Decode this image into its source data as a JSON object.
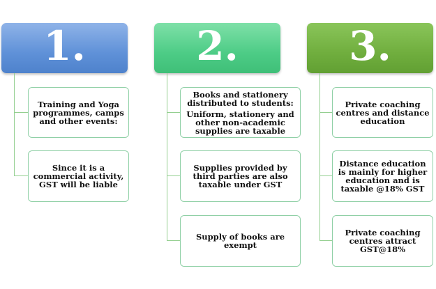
{
  "columns": [
    {
      "number": "1.",
      "color": "#5f91d8",
      "items": [
        {
          "paragraphs": [
            "Training and Yoga programmes, camps and other events:"
          ]
        },
        {
          "paragraphs": [
            "Since it is a commercial activity, GST will be liable"
          ]
        }
      ]
    },
    {
      "number": "2.",
      "color": "#4dcc86",
      "items": [
        {
          "paragraphs": [
            "Books and stationery distributed to students:",
            "Uniform, stationery and other non-academic supplies are taxable"
          ]
        },
        {
          "paragraphs": [
            "Supplies provided by third parties are also taxable under GST"
          ]
        },
        {
          "paragraphs": [
            "Supply of books are exempt"
          ]
        }
      ]
    },
    {
      "number": "3.",
      "color": "#70ae3e",
      "items": [
        {
          "paragraphs": [
            "Private coaching centres and distance education"
          ]
        },
        {
          "paragraphs": [
            "Distance education is mainly for higher education and is taxable @18% GST"
          ]
        },
        {
          "paragraphs": [
            "Private coaching centres attract GST@18%"
          ]
        }
      ]
    }
  ]
}
